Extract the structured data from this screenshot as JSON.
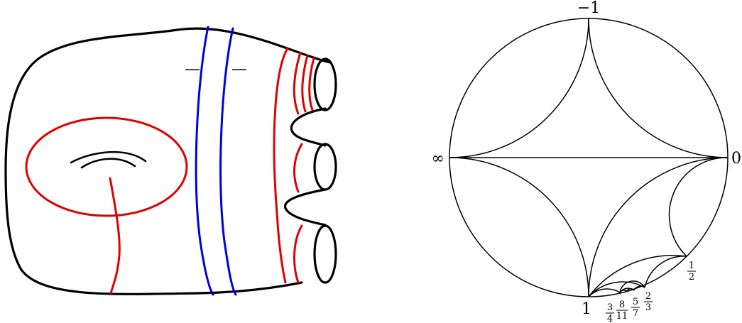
{
  "colors": {
    "outline": "#000000",
    "curve_red": "#e00000",
    "curve_blue": "#0000e0"
  },
  "surface": {
    "sign_left": "—",
    "sign_right": "—"
  },
  "farey": {
    "label_top": "−1",
    "label_left": "∞",
    "label_right": "0",
    "label_bottom": "1",
    "half": {
      "num": "1",
      "den": "2"
    },
    "two_thirds": {
      "num": "2",
      "den": "3"
    },
    "three_quarters": {
      "num": "3",
      "den": "4"
    },
    "eight_elevenths": {
      "num": "8",
      "den": "11"
    },
    "five_sevenths": {
      "num": "5",
      "den": "7"
    }
  }
}
